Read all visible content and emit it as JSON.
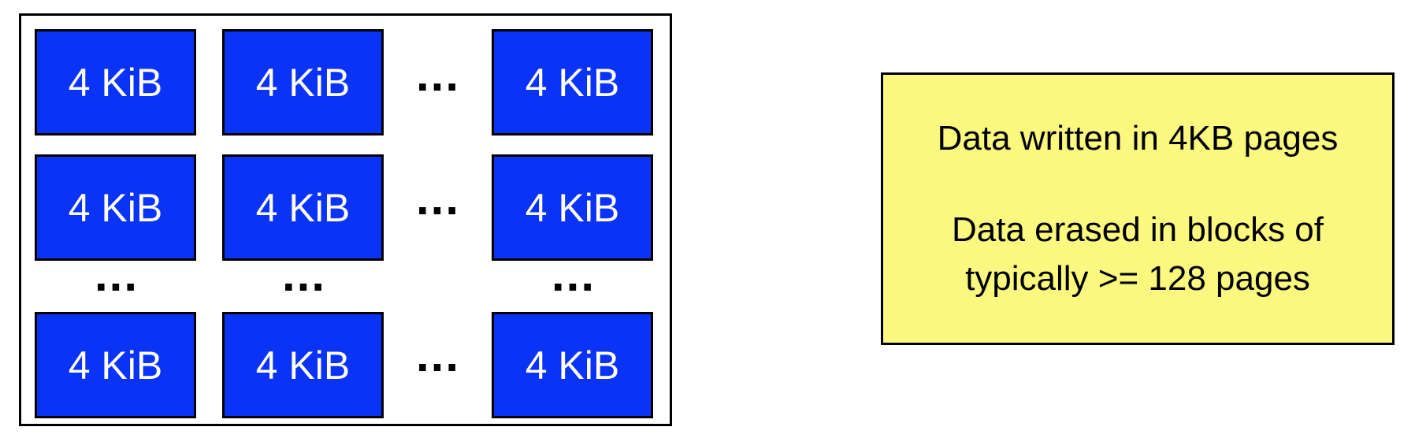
{
  "block": {
    "page_label": "4 KiB",
    "ellipsis": "..."
  },
  "note": {
    "line1": "Data written in 4KB pages",
    "line2": "Data erased in blocks of",
    "line3": "typically >= 128 pages"
  },
  "colors": {
    "page_fill": "#0a33f5",
    "note_fill": "#fbf87f"
  }
}
